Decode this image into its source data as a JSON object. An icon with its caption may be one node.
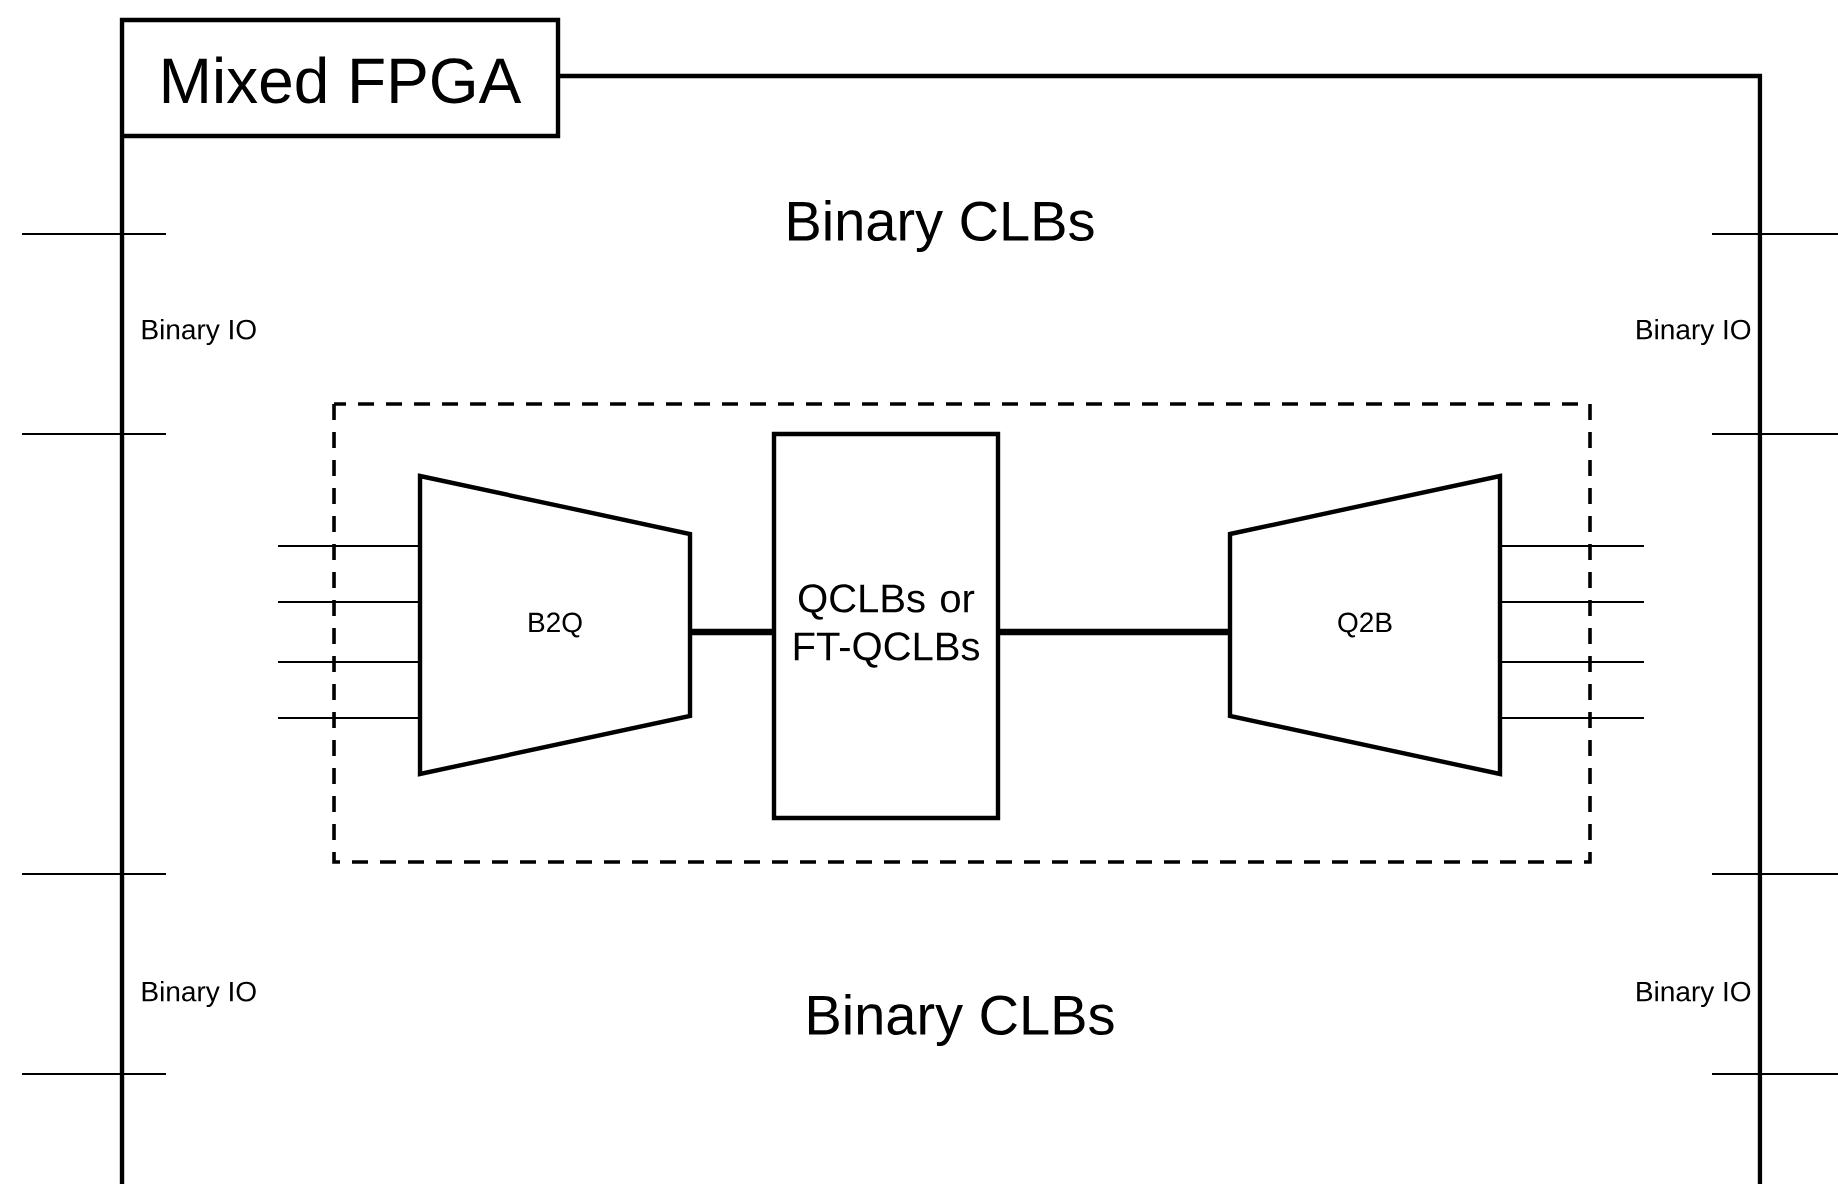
{
  "diagram": {
    "nodes": [
      {
        "text": [
          "Mixed FPGA"
        ]
      },
      {
        "text": [],
        "shape": "box",
        "in": 0
      },
      {
        "text": [
          "B2Q"
        ],
        "in": 1
      },
      {
        "text": [
          "QCLBs or FT-QCLBs"
        ],
        "in": 1
      },
      {
        "text": [
          "Q2B"
        ],
        "in": 1
      }
    ],
    "edges": [
      {
        "from": null,
        "to": 2,
        "arrow": "none"
      },
      {
        "from": null,
        "to": 2,
        "arrow": "none"
      },
      {
        "from": null,
        "to": 2,
        "arrow": "none"
      },
      {
        "from": null,
        "to": 2,
        "arrow": "none"
      },
      {
        "from": 2,
        "to": 3,
        "arrow": "none",
        "style": "thick"
      },
      {
        "from": 3,
        "to": 4,
        "arrow": "none",
        "style": "thick"
      },
      {
        "from": 4,
        "to": null,
        "arrow": "none"
      },
      {
        "from": 4,
        "to": null,
        "arrow": "none"
      },
      {
        "from": 4,
        "to": null,
        "arrow": "none"
      },
      {
        "from": 4,
        "to": null,
        "arrow": "none"
      }
    ],
    "labels": [
      "Binary CLBs",
      "Binary IO",
      "Binary IO",
      "Binary IO",
      "Binary CLBs",
      "Binary IO"
    ]
  }
}
